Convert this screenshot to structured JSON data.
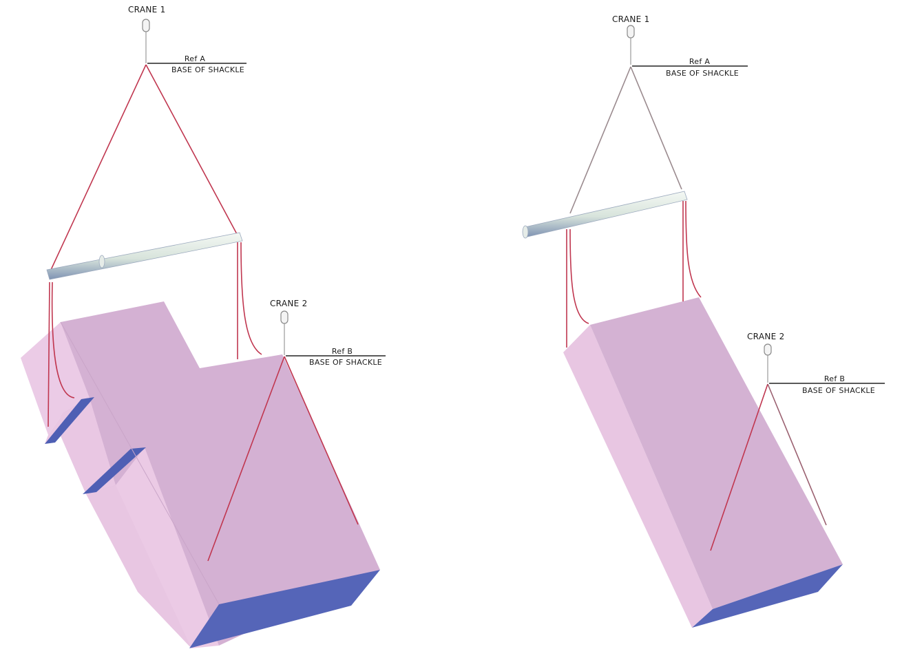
{
  "figures": [
    {
      "id": "left",
      "description": "Tandem lift of notched block with spreader bar",
      "crane1": {
        "label": "CRANE 1",
        "ref_label": "Ref A",
        "ref_desc": "BASE OF SHACKLE"
      },
      "crane2": {
        "label": "CRANE 2",
        "ref_label": "Ref B",
        "ref_desc": "BASE OF SHACKLE"
      }
    },
    {
      "id": "right",
      "description": "Tandem lift of rectangular block with spreader bar",
      "crane1": {
        "label": "CRANE 1",
        "ref_label": "Ref A",
        "ref_desc": "BASE OF SHACKLE"
      },
      "crane2": {
        "label": "CRANE 2",
        "ref_label": "Ref B",
        "ref_desc": "BASE OF SHACKLE"
      }
    }
  ],
  "colors": {
    "block_top": "#d7b6d6",
    "block_front": "#d1aed0",
    "block_side": "#e8c8e3",
    "block_bottom": "#5866b8",
    "sling": "#c0364f",
    "spreader_bar": "#dfe8e3",
    "spreader_shadow": "#8ea0b8",
    "background": "#ffffff"
  }
}
